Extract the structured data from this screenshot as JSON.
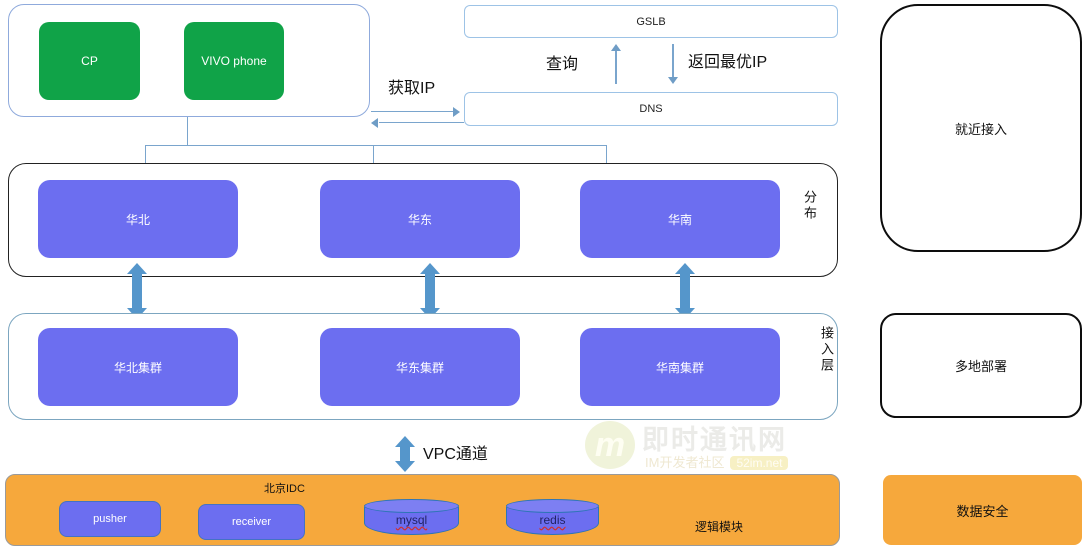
{
  "colors": {
    "node_purple": "#6c6ef0",
    "node_green": "#10a348",
    "idc_orange": "#f6a83c",
    "arrow_thick_blue": "#5596cb",
    "connector_blue": "#7aa5cd"
  },
  "client": {
    "cp_label": "CP",
    "vivo_label": "VIVO phone"
  },
  "gslb_label": "GSLB",
  "dns_label": "DNS",
  "flow_labels": {
    "get_ip": "获取IP",
    "query": "查询",
    "return_best_ip": "返回最优IP",
    "vpc_channel": "VPC通道"
  },
  "distribution": {
    "layer_label": "分布",
    "nodes": [
      "华北",
      "华东",
      "华南"
    ]
  },
  "access": {
    "layer_label": "接入层",
    "nodes": [
      "华北集群",
      "华东集群",
      "华南集群"
    ]
  },
  "idc": {
    "title": "北京IDC",
    "modules": [
      "pusher",
      "receiver"
    ],
    "datastores": [
      "mysql",
      "redis"
    ],
    "corner_label": "逻辑模块"
  },
  "right_panel": {
    "nearby_access": "就近接入",
    "multi_region": "多地部署",
    "data_security": "数据安全"
  },
  "watermark": {
    "logo_letter": "m",
    "title": "即时通讯网",
    "subtitle": "IM开发者社区",
    "badge": "52im.net"
  }
}
